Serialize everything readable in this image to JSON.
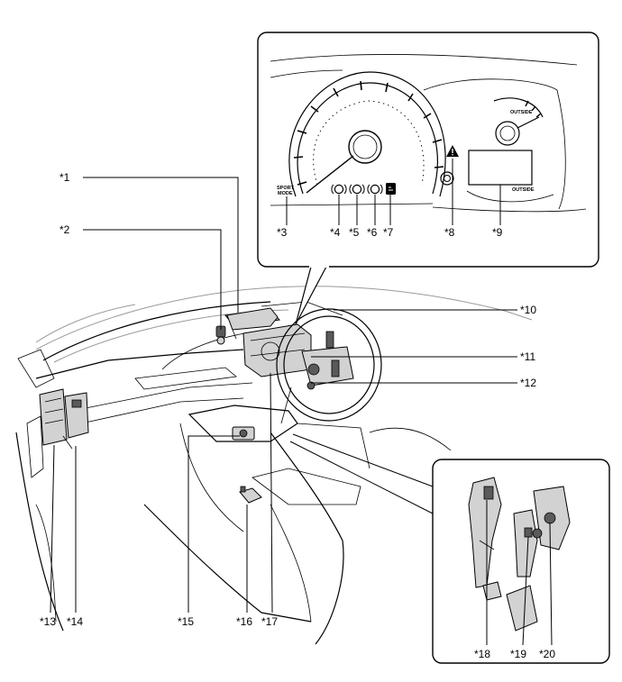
{
  "callouts": {
    "c1": "*1",
    "c2": "*2",
    "c3": "*3",
    "c4": "*4",
    "c5": "*5",
    "c6": "*6",
    "c7": "*7",
    "c8": "*8",
    "c9": "*9",
    "c10": "*10",
    "c11": "*11",
    "c12": "*12",
    "c13": "*13",
    "c14": "*14",
    "c15": "*15",
    "c16": "*16",
    "c17": "*17",
    "c18": "*18",
    "c19": "*19",
    "c20": "*20"
  },
  "cluster": {
    "sport_mode_line1": "SPORT",
    "sport_mode_line2": "MODE",
    "outside_label_small": "OUTSIDE",
    "outside_label": "OUTSIDE"
  },
  "icons": {
    "warning": "triangle-warning-icon",
    "brake_1": "brake-indicator-icon",
    "brake_2": "brake-indicator-icon",
    "brake_3": "brake-indicator-icon",
    "display_7": "display-indicator-icon"
  }
}
